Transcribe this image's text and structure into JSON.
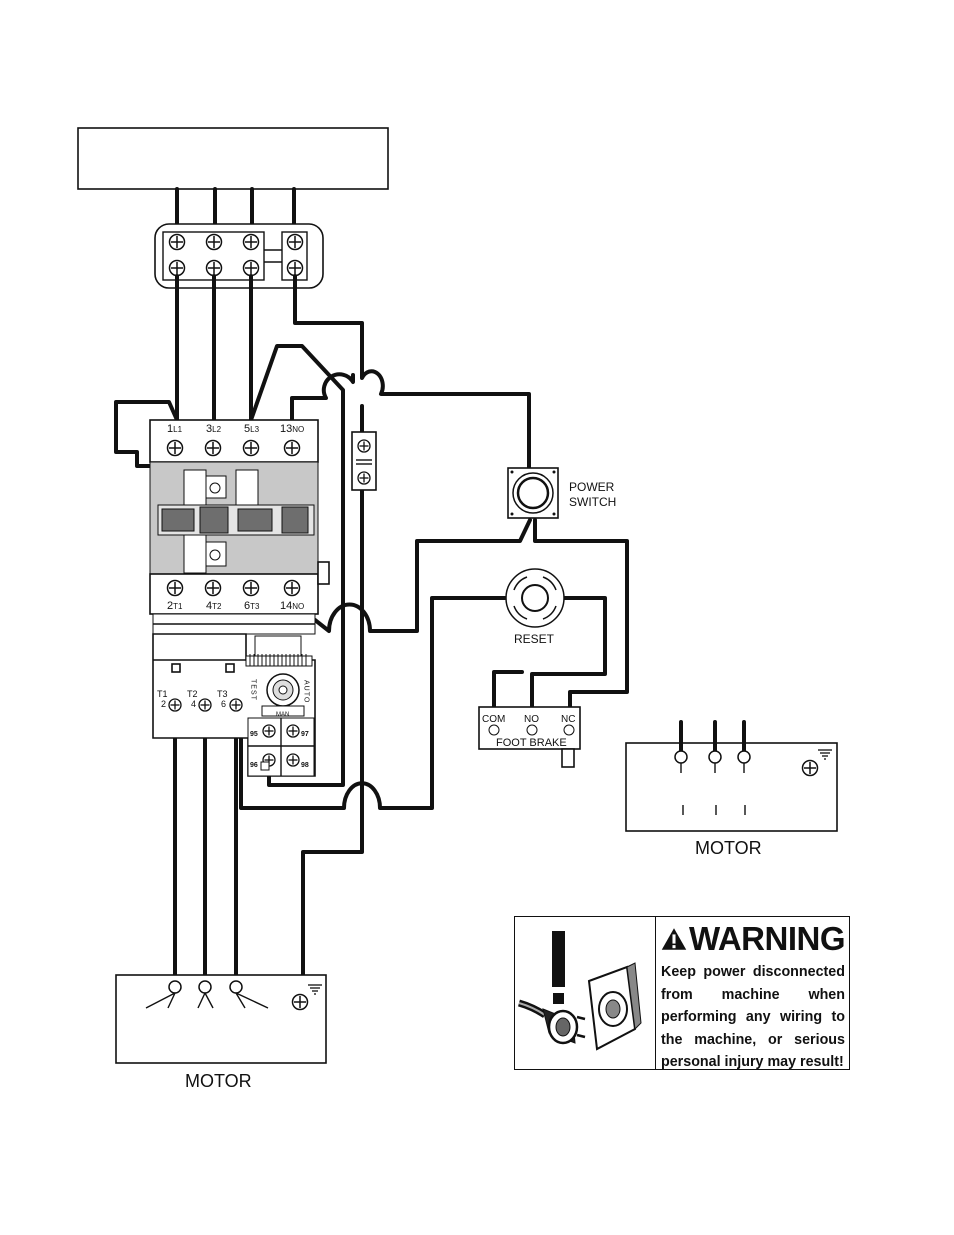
{
  "contactor": {
    "top_terminals": [
      {
        "num": "1",
        "sub": "L1"
      },
      {
        "num": "3",
        "sub": "L2"
      },
      {
        "num": "5",
        "sub": "L3"
      },
      {
        "num": "13",
        "sub": "NO"
      }
    ],
    "bottom_terminals": [
      {
        "num": "2",
        "sub": "T1"
      },
      {
        "num": "4",
        "sub": "T2"
      },
      {
        "num": "6",
        "sub": "T3"
      },
      {
        "num": "14",
        "sub": "NO"
      }
    ]
  },
  "overload": {
    "terminals": [
      {
        "top": "T1",
        "bottom": "2"
      },
      {
        "top": "T2",
        "bottom": "4"
      },
      {
        "top": "T3",
        "bottom": "6"
      }
    ],
    "test_label": "TEST",
    "auto_label": "AUTO",
    "man_label": "MAN",
    "aux_terminals": [
      "95",
      "97",
      "96",
      "98"
    ]
  },
  "power_switch": {
    "label_line1": "POWER",
    "label_line2": "SWITCH"
  },
  "reset": {
    "label": "RESET"
  },
  "foot_brake": {
    "label": "FOOT BRAKE",
    "terminals": [
      "COM",
      "NO",
      "NC"
    ]
  },
  "motor_main": {
    "label": "MOTOR"
  },
  "motor_small": {
    "label": "MOTOR"
  },
  "warning": {
    "title": "WARNING",
    "body": "Keep power disconnected from machine when performing any wiring to the machine, or serious personal injury may result!"
  },
  "colors": {
    "line": "#111111",
    "panel_gray": "#c8c8c8",
    "dark_gray": "#6e6e6e"
  }
}
